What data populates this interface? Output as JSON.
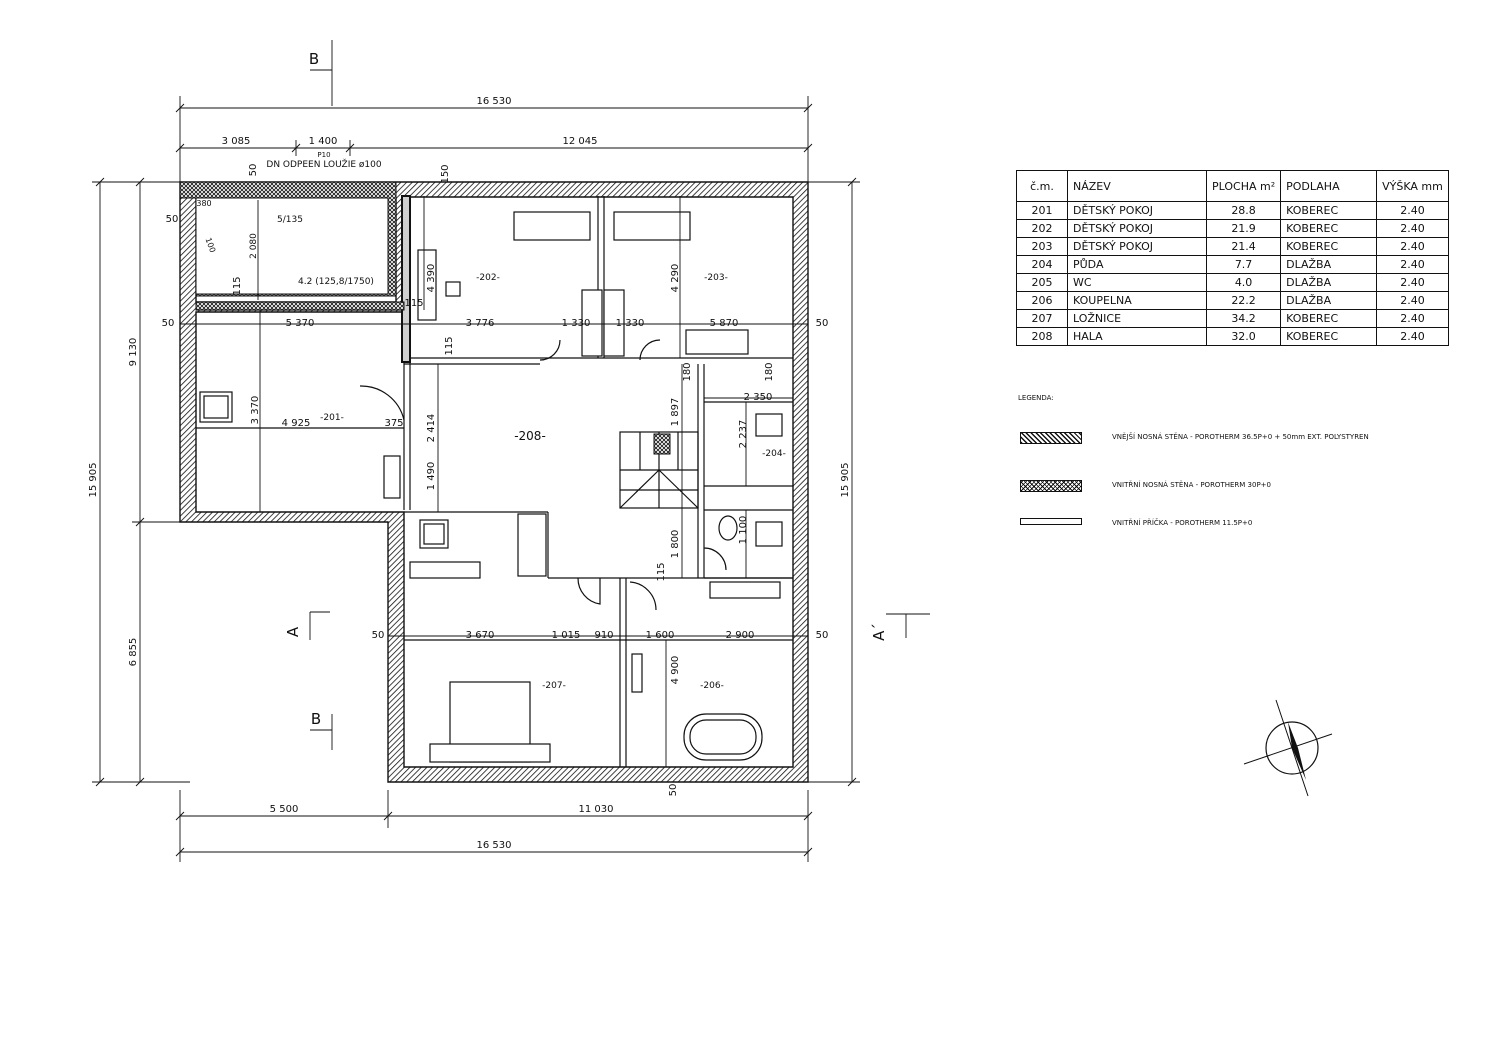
{
  "plan": {
    "dims": {
      "total_top": "16 530",
      "top_left": "3 085",
      "top_mid": "1 400",
      "top_right": "12 045",
      "total_bottom": "16 530",
      "bottom_left": "5 500",
      "bottom_right": "11 030",
      "left_total": "15 905",
      "left_upper": "9 130",
      "left_lower": "6 855",
      "right_total": "15 905",
      "r201_w": "4 925",
      "r201_h": "3 370",
      "upper_left_w": "5 370",
      "mid_w": "3 776",
      "d_1330a": "1 330",
      "d_1330b": "1 330",
      "d_5870": "5 870",
      "d_4390": "4 390",
      "d_4290": "4 290",
      "d_2414": "2 414",
      "d_1490": "1 490",
      "d_1897": "1 897",
      "d_1800": "1 800",
      "d_2350": "2 350",
      "d_2237": "2 237",
      "d_1100": "1 100",
      "d_3670": "3 670",
      "d_1015": "1 015",
      "d_910": "910",
      "d_1600": "1 600",
      "d_2900": "2 900",
      "d_4900": "4 900",
      "d_50a": "50",
      "d_50b": "50",
      "d_50c": "50",
      "d_50d": "50",
      "d_50e": "50",
      "d_50f": "50",
      "d_50g": "50",
      "d_150": "150",
      "d_115a": "115",
      "d_115b": "115",
      "d_115c": "115",
      "d_115d": "115",
      "d_375": "375",
      "d_180a": "180",
      "d_180b": "180",
      "d_380": "380",
      "d_5135": "5/135",
      "d_2080": "2 080",
      "d_100": "100",
      "loggia_note": "DN ODPEEN LOUŽIE ø100",
      "loggia_slope": "4.2 (125,8/1750)",
      "pp": "P10"
    },
    "rooms": {
      "r201": "-201-",
      "r202": "-202-",
      "r203": "-203-",
      "r204": "-204-",
      "r206": "-206-",
      "r207": "-207-",
      "r208": "-208-"
    },
    "sections": {
      "b_top": "B",
      "b_bottom": "B",
      "a_left": "A",
      "a_right": "A´"
    }
  },
  "table": {
    "headers": {
      "num": "č.m.",
      "name": "NÁZEV",
      "area": "PLOCHA m²",
      "floor": "PODLAHA",
      "height": "VÝŠKA mm"
    },
    "rows": [
      {
        "num": "201",
        "name": "DĚTSKÝ POKOJ",
        "area": "28.8",
        "floor": "KOBEREC",
        "height": "2.40"
      },
      {
        "num": "202",
        "name": "DĚTSKÝ POKOJ",
        "area": "21.9",
        "floor": "KOBEREC",
        "height": "2.40"
      },
      {
        "num": "203",
        "name": "DĚTSKÝ POKOJ",
        "area": "21.4",
        "floor": "KOBEREC",
        "height": "2.40"
      },
      {
        "num": "204",
        "name": "PŮDA",
        "area": "7.7",
        "floor": "DLAŽBA",
        "height": "2.40"
      },
      {
        "num": "205",
        "name": "WC",
        "area": "4.0",
        "floor": "DLAŽBA",
        "height": "2.40"
      },
      {
        "num": "206",
        "name": "KOUPELNA",
        "area": "22.2",
        "floor": "DLAŽBA",
        "height": "2.40"
      },
      {
        "num": "207",
        "name": "LOŽNICE",
        "area": "34.2",
        "floor": "KOBEREC",
        "height": "2.40"
      },
      {
        "num": "208",
        "name": "HALA",
        "area": "32.0",
        "floor": "KOBEREC",
        "height": "2.40"
      }
    ]
  },
  "legend": {
    "title": "LEGENDA:",
    "items": [
      {
        "text": "VNĚJŠÍ NOSNÁ STĚNA - POROTHERM 36.5P+0 + 50mm EXT. POLYSTYREN",
        "pattern": "hatch"
      },
      {
        "text": "VNITŘNÍ NOSNÁ STĚNA - POROTHERM 30P+0",
        "pattern": "cross"
      },
      {
        "text": "VNITŘNÍ PŘÍČKA - POROTHERM 11.5P+0",
        "pattern": "plain"
      }
    ]
  },
  "colors": {
    "ink": "#111111",
    "wall_fill": "#cfcfcf"
  }
}
